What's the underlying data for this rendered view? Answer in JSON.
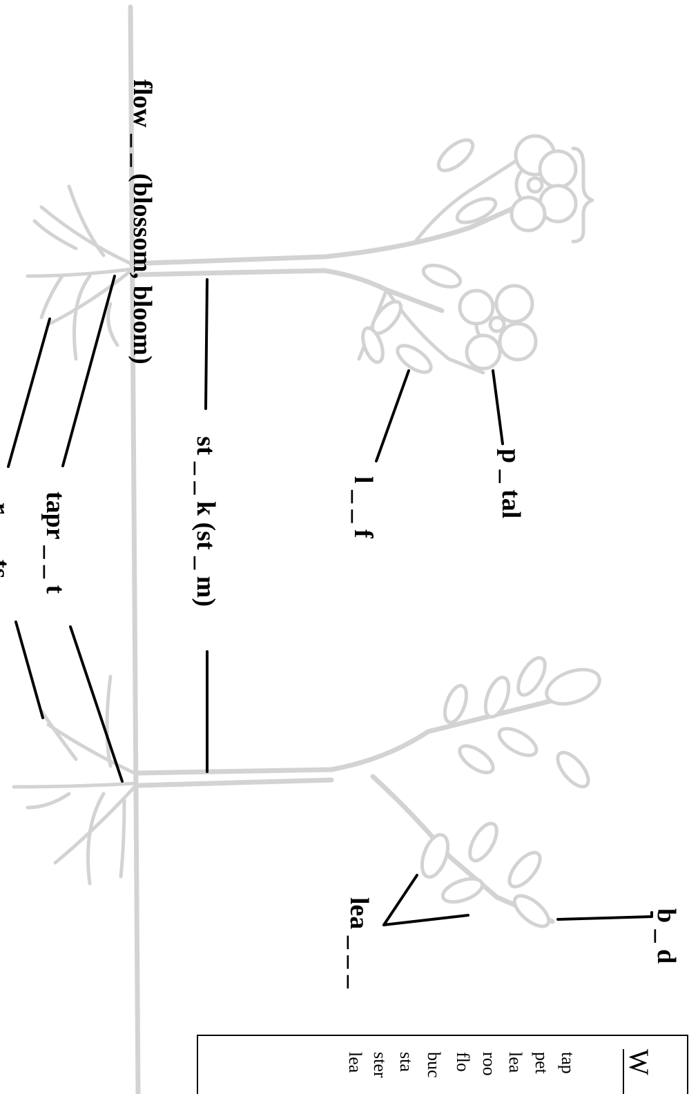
{
  "labels": {
    "flower": "flow _ _  (blossom, bloom)",
    "petal": "p _ tal",
    "leaf": "l _ _ f",
    "stalk": "st _ _ k (st _ m)",
    "taproot": "tapr _ _ t",
    "roots": "r _ _ ts",
    "bud": "b _ d",
    "leaves": "lea _ _ _"
  },
  "word_box": {
    "title": "W",
    "words": [
      "tap",
      "pet",
      "lea",
      "roo",
      "flo",
      "buc",
      "sta",
      "ster",
      "lea"
    ]
  },
  "colors": {
    "plant": "#d3d3d3",
    "text": "#000000"
  }
}
